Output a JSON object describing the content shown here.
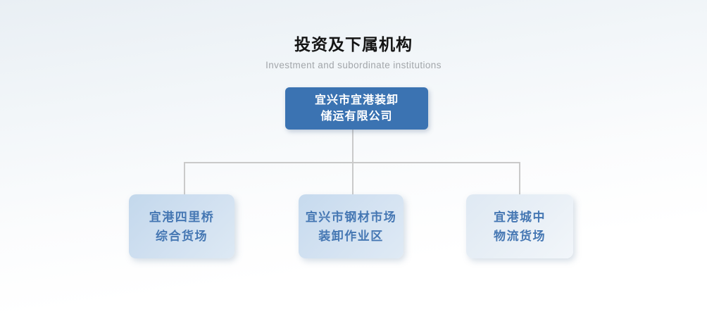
{
  "page": {
    "title": "投资及下属机构",
    "subtitle": "Investment and subordinate institutions"
  },
  "org_chart": {
    "root": {
      "line1": "宜兴市宜港装卸",
      "line2": "储运有限公司"
    },
    "children": [
      {
        "line1": "宜港四里桥",
        "line2": "综合货场"
      },
      {
        "line1": "宜兴市钢材市场",
        "line2": "装卸作业区"
      },
      {
        "line1": "宜港城中",
        "line2": "物流货场"
      }
    ]
  },
  "colors": {
    "root_box_background": "#3b73b2",
    "root_box_text": "#ffffff",
    "child_box_text": "#4577b3",
    "child_box_background_dark": "#c3d8ec",
    "child_box_background_light": "#e8eff6",
    "connector_line": "#cacaca",
    "title_text": "#141414",
    "subtitle_text": "#a2a6aa",
    "page_background_top": "#e9eff4",
    "page_background_bottom": "#ffffff"
  }
}
